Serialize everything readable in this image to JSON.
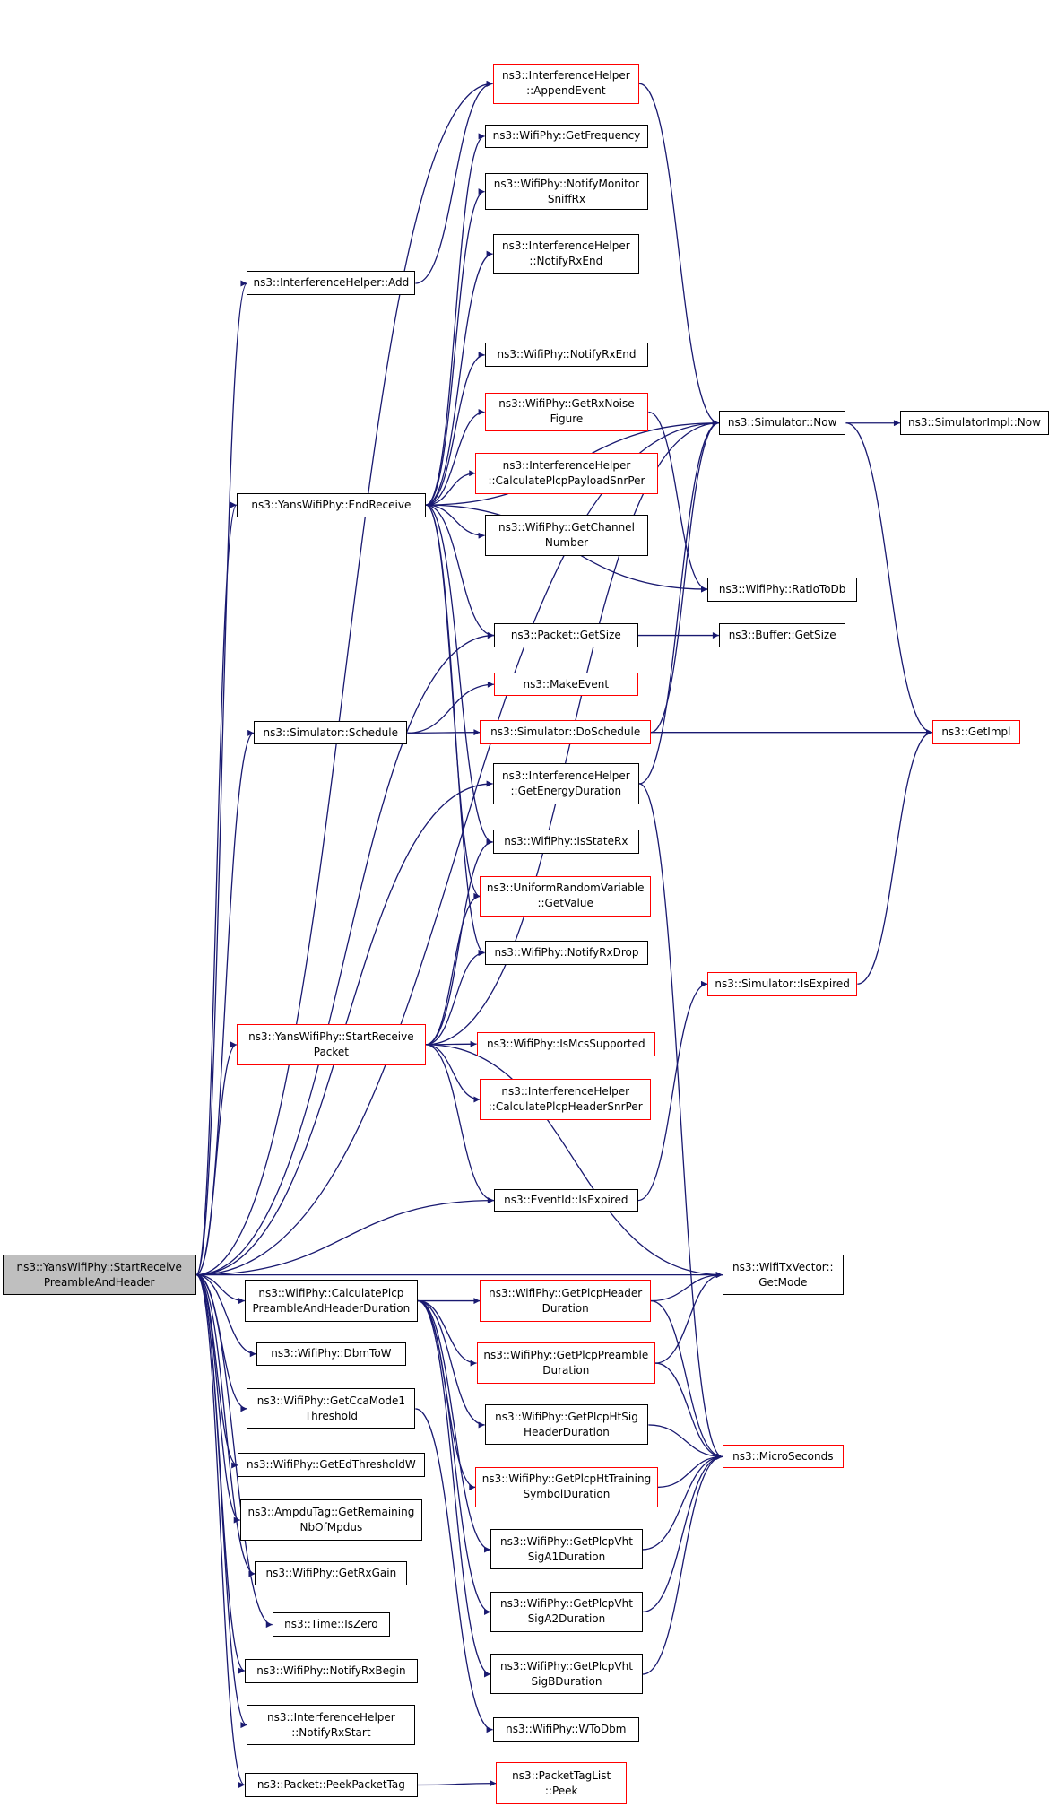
{
  "colors": {
    "edge": "#191970",
    "border": "#000000",
    "truncated_border": "#ff0000",
    "root_fill": "#bfbfbf"
  },
  "nodes": [
    {
      "id": "root",
      "text": "ns3::YansWifiPhy::StartReceive\nPreambleAndHeader",
      "red": false,
      "root": true
    },
    {
      "id": "appendevent",
      "text": "ns3::InterferenceHelper\n::AppendEvent",
      "red": true
    },
    {
      "id": "getfrequency",
      "text": "ns3::WifiPhy::GetFrequency",
      "red": false
    },
    {
      "id": "notifymonitorsniffrx",
      "text": "ns3::WifiPhy::NotifyMonitor\nSniffRx",
      "red": false
    },
    {
      "id": "ih_notifyrxend",
      "text": "ns3::InterferenceHelper\n::NotifyRxEnd",
      "red": false
    },
    {
      "id": "ih_add",
      "text": "ns3::InterferenceHelper::Add",
      "red": false
    },
    {
      "id": "wp_notifyrxend",
      "text": "ns3::WifiPhy::NotifyRxEnd",
      "red": false
    },
    {
      "id": "getrxnoisefigure",
      "text": "ns3::WifiPhy::GetRxNoise\nFigure",
      "red": true
    },
    {
      "id": "sim_now",
      "text": "ns3::Simulator::Now",
      "red": false
    },
    {
      "id": "simimpl_now",
      "text": "ns3::SimulatorImpl::Now",
      "red": false
    },
    {
      "id": "calcpayloadsnr",
      "text": "ns3::InterferenceHelper\n::CalculatePlcpPayloadSnrPer",
      "red": true
    },
    {
      "id": "endreceive",
      "text": "ns3::YansWifiPhy::EndReceive",
      "red": false
    },
    {
      "id": "getchannelnumber",
      "text": "ns3::WifiPhy::GetChannel\nNumber",
      "red": false
    },
    {
      "id": "ratiotodb",
      "text": "ns3::WifiPhy::RatioToDb",
      "red": false
    },
    {
      "id": "packet_getsize",
      "text": "ns3::Packet::GetSize",
      "red": false
    },
    {
      "id": "buffer_getsize",
      "text": "ns3::Buffer::GetSize",
      "red": false
    },
    {
      "id": "makeevent",
      "text": "ns3::MakeEvent",
      "red": true
    },
    {
      "id": "sim_schedule",
      "text": "ns3::Simulator::Schedule",
      "red": false
    },
    {
      "id": "sim_doschedule",
      "text": "ns3::Simulator::DoSchedule",
      "red": true
    },
    {
      "id": "getimpl",
      "text": "ns3::GetImpl",
      "red": true
    },
    {
      "id": "getenergyduration",
      "text": "ns3::InterferenceHelper\n::GetEnergyDuration",
      "red": false
    },
    {
      "id": "isstaterx",
      "text": "ns3::WifiPhy::IsStateRx",
      "red": false
    },
    {
      "id": "uniform_getvalue",
      "text": "ns3::UniformRandomVariable\n::GetValue",
      "red": true
    },
    {
      "id": "notifyrxdrop",
      "text": "ns3::WifiPhy::NotifyRxDrop",
      "red": false
    },
    {
      "id": "sim_isexpired",
      "text": "ns3::Simulator::IsExpired",
      "red": true
    },
    {
      "id": "startreceivepacket",
      "text": "ns3::YansWifiPhy::StartReceive\nPacket",
      "red": true
    },
    {
      "id": "ismcssupported",
      "text": "ns3::WifiPhy::IsMcsSupported",
      "red": true
    },
    {
      "id": "calcheadersnr",
      "text": "ns3::InterferenceHelper\n::CalculatePlcpHeaderSnrPer",
      "red": true
    },
    {
      "id": "eventid_isexpired",
      "text": "ns3::EventId::IsExpired",
      "red": false
    },
    {
      "id": "wifitxvector_getmode",
      "text": "ns3::WifiTxVector::\nGetMode",
      "red": false
    },
    {
      "id": "calcplcppreambleheader",
      "text": "ns3::WifiPhy::CalculatePlcp\nPreambleAndHeaderDuration",
      "red": false
    },
    {
      "id": "getplcpheaderduration",
      "text": "ns3::WifiPhy::GetPlcpHeader\nDuration",
      "red": true
    },
    {
      "id": "dbmtow",
      "text": "ns3::WifiPhy::DbmToW",
      "red": false
    },
    {
      "id": "getplcppreambleduration",
      "text": "ns3::WifiPhy::GetPlcpPreamble\nDuration",
      "red": true
    },
    {
      "id": "getccamode1",
      "text": "ns3::WifiPhy::GetCcaMode1\nThreshold",
      "red": false
    },
    {
      "id": "getplcphtsig",
      "text": "ns3::WifiPhy::GetPlcpHtSig\nHeaderDuration",
      "red": false
    },
    {
      "id": "getedthreshold",
      "text": "ns3::WifiPhy::GetEdThresholdW",
      "red": false
    },
    {
      "id": "microseconds",
      "text": "ns3::MicroSeconds",
      "red": true
    },
    {
      "id": "getplcphttraining",
      "text": "ns3::WifiPhy::GetPlcpHtTraining\nSymbolDuration",
      "red": true
    },
    {
      "id": "ampdutag",
      "text": "ns3::AmpduTag::GetRemaining\nNbOfMpdus",
      "red": false
    },
    {
      "id": "getplcpvhtsiga1",
      "text": "ns3::WifiPhy::GetPlcpVht\nSigA1Duration",
      "red": false
    },
    {
      "id": "getrxgain",
      "text": "ns3::WifiPhy::GetRxGain",
      "red": false
    },
    {
      "id": "getplcpvhtsiga2",
      "text": "ns3::WifiPhy::GetPlcpVht\nSigA2Duration",
      "red": false
    },
    {
      "id": "time_iszero",
      "text": "ns3::Time::IsZero",
      "red": false
    },
    {
      "id": "getplcpvhtsigb",
      "text": "ns3::WifiPhy::GetPlcpVht\nSigBDuration",
      "red": false
    },
    {
      "id": "notifyrxbegin",
      "text": "ns3::WifiPhy::NotifyRxBegin",
      "red": false
    },
    {
      "id": "ih_notifyrxstart",
      "text": "ns3::InterferenceHelper\n::NotifyRxStart",
      "red": false
    },
    {
      "id": "wtodbm",
      "text": "ns3::WifiPhy::WToDbm",
      "red": false
    },
    {
      "id": "peekpackettag",
      "text": "ns3::Packet::PeekPacketTag",
      "red": false
    },
    {
      "id": "packettaglist_peek",
      "text": "ns3::PacketTagList\n::Peek",
      "red": true
    }
  ],
  "edges": [
    [
      "root",
      "sim_now"
    ],
    [
      "root",
      "appendevent"
    ],
    [
      "root",
      "ih_add"
    ],
    [
      "root",
      "endreceive"
    ],
    [
      "root",
      "packet_getsize"
    ],
    [
      "root",
      "sim_schedule"
    ],
    [
      "root",
      "getenergyduration"
    ],
    [
      "root",
      "startreceivepacket"
    ],
    [
      "root",
      "eventid_isexpired"
    ],
    [
      "root",
      "wifitxvector_getmode"
    ],
    [
      "root",
      "calcplcppreambleheader"
    ],
    [
      "root",
      "dbmtow"
    ],
    [
      "root",
      "getccamode1"
    ],
    [
      "root",
      "getedthreshold"
    ],
    [
      "root",
      "ampdutag"
    ],
    [
      "root",
      "getrxgain"
    ],
    [
      "root",
      "time_iszero"
    ],
    [
      "root",
      "notifyrxbegin"
    ],
    [
      "root",
      "ih_notifyrxstart"
    ],
    [
      "root",
      "peekpackettag"
    ],
    [
      "appendevent",
      "sim_now"
    ],
    [
      "ih_add",
      "appendevent"
    ],
    [
      "endreceive",
      "getfrequency"
    ],
    [
      "endreceive",
      "notifymonitorsniffrx"
    ],
    [
      "endreceive",
      "ih_notifyrxend"
    ],
    [
      "endreceive",
      "sim_now"
    ],
    [
      "endreceive",
      "wp_notifyrxend"
    ],
    [
      "endreceive",
      "getrxnoisefigure"
    ],
    [
      "endreceive",
      "calcpayloadsnr"
    ],
    [
      "endreceive",
      "getchannelnumber"
    ],
    [
      "endreceive",
      "ratiotodb"
    ],
    [
      "endreceive",
      "packet_getsize"
    ],
    [
      "endreceive",
      "isstaterx"
    ],
    [
      "endreceive",
      "uniform_getvalue"
    ],
    [
      "endreceive",
      "notifyrxdrop"
    ],
    [
      "getrxnoisefigure",
      "ratiotodb"
    ],
    [
      "sim_now",
      "simimpl_now"
    ],
    [
      "sim_now",
      "getimpl"
    ],
    [
      "packet_getsize",
      "buffer_getsize"
    ],
    [
      "sim_schedule",
      "makeevent"
    ],
    [
      "sim_schedule",
      "sim_doschedule"
    ],
    [
      "sim_doschedule",
      "sim_now"
    ],
    [
      "sim_doschedule",
      "getimpl"
    ],
    [
      "getenergyduration",
      "sim_now"
    ],
    [
      "getenergyduration",
      "microseconds"
    ],
    [
      "startreceivepacket",
      "sim_now"
    ],
    [
      "startreceivepacket",
      "isstaterx"
    ],
    [
      "startreceivepacket",
      "uniform_getvalue"
    ],
    [
      "startreceivepacket",
      "notifyrxdrop"
    ],
    [
      "startreceivepacket",
      "ismcssupported"
    ],
    [
      "startreceivepacket",
      "calcheadersnr"
    ],
    [
      "startreceivepacket",
      "eventid_isexpired"
    ],
    [
      "startreceivepacket",
      "wifitxvector_getmode"
    ],
    [
      "eventid_isexpired",
      "sim_isexpired"
    ],
    [
      "sim_isexpired",
      "getimpl"
    ],
    [
      "calcplcppreambleheader",
      "getplcpheaderduration"
    ],
    [
      "calcplcppreambleheader",
      "getplcppreambleduration"
    ],
    [
      "calcplcppreambleheader",
      "getplcphtsig"
    ],
    [
      "calcplcppreambleheader",
      "getplcphttraining"
    ],
    [
      "calcplcppreambleheader",
      "getplcpvhtsiga1"
    ],
    [
      "calcplcppreambleheader",
      "getplcpvhtsiga2"
    ],
    [
      "calcplcppreambleheader",
      "getplcpvhtsigb"
    ],
    [
      "getplcpheaderduration",
      "wifitxvector_getmode"
    ],
    [
      "getplcpheaderduration",
      "microseconds"
    ],
    [
      "getplcppreambleduration",
      "wifitxvector_getmode"
    ],
    [
      "getplcppreambleduration",
      "microseconds"
    ],
    [
      "getplcphtsig",
      "microseconds"
    ],
    [
      "getplcphttraining",
      "microseconds"
    ],
    [
      "getplcpvhtsiga1",
      "microseconds"
    ],
    [
      "getplcpvhtsiga2",
      "microseconds"
    ],
    [
      "getplcpvhtsigb",
      "microseconds"
    ],
    [
      "getccamode1",
      "wtodbm"
    ],
    [
      "peekpackettag",
      "packettaglist_peek"
    ]
  ]
}
